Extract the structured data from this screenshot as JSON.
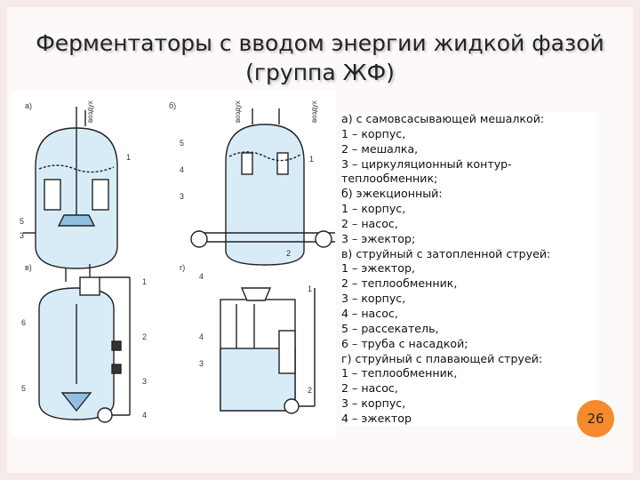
{
  "slide": {
    "title_line1": "Ферментаторы с вводом энергии жидкой фазой",
    "title_line2": "(группа ЖФ)",
    "page_number": "26"
  },
  "figure": {
    "panel_a": {
      "letter": "а)",
      "labels": [
        "5",
        "1",
        "3"
      ],
      "air": "воздух"
    },
    "panel_b": {
      "letter": "б)",
      "labels": [
        "5",
        "4",
        "3",
        "1",
        "2"
      ],
      "air": [
        "воздух",
        "воздух"
      ]
    },
    "panel_c": {
      "letter": "в)",
      "labels": [
        "1",
        "6",
        "2",
        "3",
        "5",
        "4"
      ]
    },
    "panel_d": {
      "letter": "г)",
      "labels": [
        "4",
        "1",
        "4",
        "3",
        "2"
      ]
    }
  },
  "caption": [
    "а) с самовсасывающей мешалкой:",
    "1 – корпус,",
    "2 – мешалка,",
    "3 – циркуляционный контур-",
    "теплообменник;",
    "б) эжекционный:",
    "1 – корпус,",
    "2 – насос,",
    "3 – эжектор;",
    "в) струйный с затопленной струей:",
    "1 – эжектор,",
    "2 – теплообменник,",
    "3 – корпус,",
    "4 – насос,",
    "5 – рассекатель,",
    "6 – труба с насадкой;",
    "г) струйный с плавающей струей:",
    "1 – теплообменник,",
    "2 – насос,",
    "3 – корпус,",
    "4 – эжектор"
  ],
  "colors": {
    "vessel_fill": "#d8ecf8",
    "badge": "#f58a2e"
  }
}
